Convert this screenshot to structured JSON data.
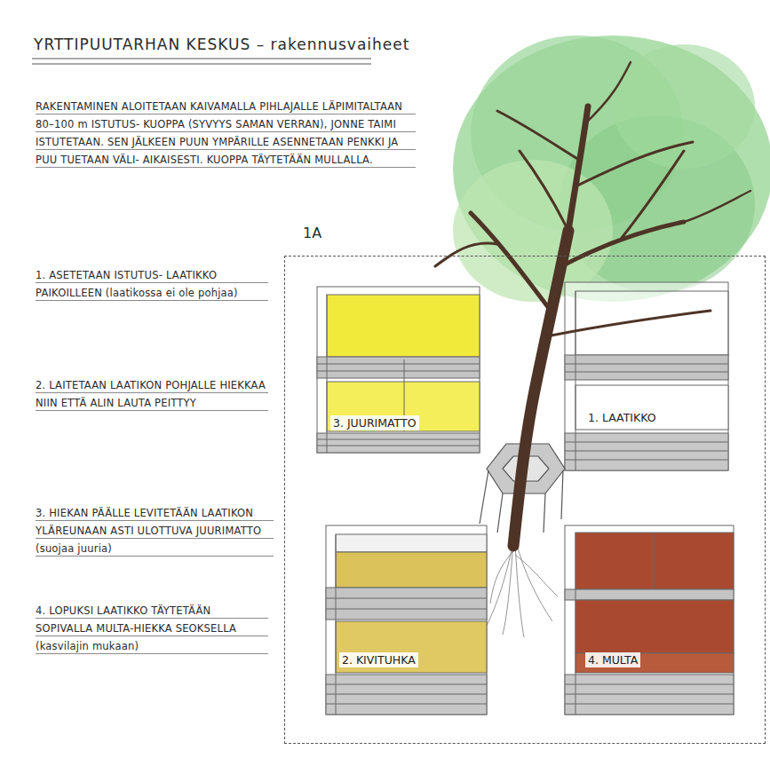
{
  "diagram": {
    "title": "YRTTIPUUTARHAN KESKUS – rakennusvaiheet",
    "nodes": [
      {
        "text": [
          "1A"
        ]
      },
      {
        "text": [
          "3. JUURIMATTO"
        ],
        "in": 0
      },
      {
        "text": [
          "1. LAATIKKO"
        ],
        "in": 0
      },
      {
        "text": [
          "2. KIVITUHKA"
        ],
        "in": 0
      },
      {
        "text": [
          "4. MULTA"
        ],
        "in": 0
      }
    ],
    "labels": [
      "RAKENTAMINEN ALOITETAAN KAIVAMALLA PIHLAJALLE LÄPIMITALTAAN 80–100 m ISTUTUS- KUOPPA (SYVYYS SAMAN VERRAN), JONNE TAIMI ISTUTETAAN. SEN JÄLKEEN PUUN YMPÄRILLE ASENNETAAN PENKKI JA PUU TUETAAN VÄLI- AIKAISESTI. KUOPPA TÄYTETÄÄN MULLALLA.",
      "1. ASETETAAN ISTUTUS- LAATIKKO PAIKOILLEEN (laatikossa ei ole pohjaa)",
      "2. LAITETAAN LAATIKON POHJALLE HIEKKAA NIIN ETTÄ ALIN LAUTA PEITTYY",
      "3. HIEKAN PÄÄLLE LEVITETÄÄN LAATIKON YLÄREUNAAN ASTI ULOTTUVA JUURIMATTO (suojaa juuria)",
      "4. LOPUKSI LAATIKKO TÄYTETÄÄN SOPIVALLA MULTA-HIEKKA SEOKSELLA (kasvilajin mukaan)"
    ]
  }
}
